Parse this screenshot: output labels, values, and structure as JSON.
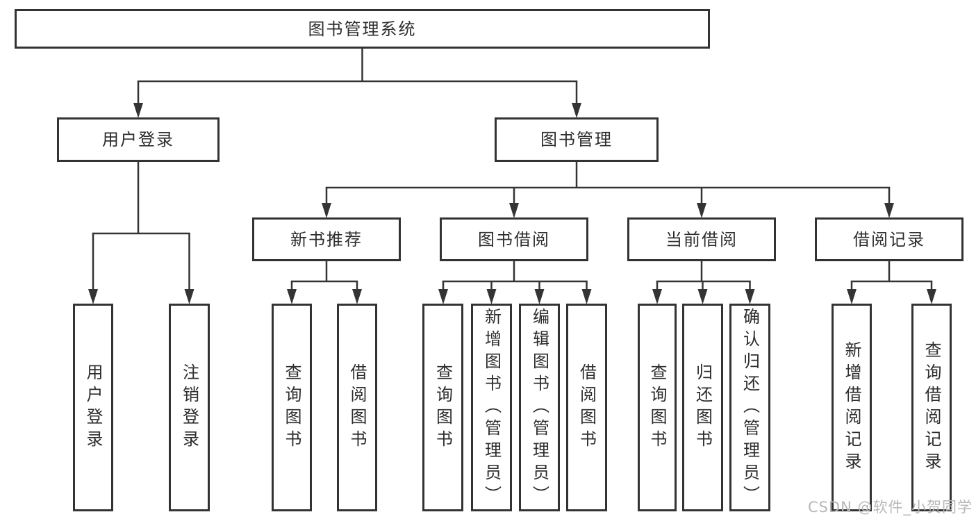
{
  "diagram_type": "hierarchy",
  "watermark": "CSDN @软件_小贺同学",
  "colors": {
    "line": "#343434",
    "box_border": "#333333",
    "text": "#2d2d2d",
    "watermark": "#b7b7b7",
    "background": "#ffffff"
  },
  "tree": {
    "label": "图书管理系统",
    "children": [
      {
        "label": "用户登录",
        "children": [
          {
            "label": "用户登录"
          },
          {
            "label": "注销登录"
          }
        ]
      },
      {
        "label": "图书管理",
        "children": [
          {
            "label": "新书推荐",
            "children": [
              {
                "label": "查询图书"
              },
              {
                "label": "借阅图书"
              }
            ]
          },
          {
            "label": "图书借阅",
            "children": [
              {
                "label": "查询图书"
              },
              {
                "label": "新增图书（管理员）"
              },
              {
                "label": "编辑图书（管理员）"
              },
              {
                "label": "借阅图书"
              }
            ]
          },
          {
            "label": "当前借阅",
            "children": [
              {
                "label": "查询图书"
              },
              {
                "label": "归还图书"
              },
              {
                "label": "确认归还（管理员）"
              }
            ]
          },
          {
            "label": "借阅记录",
            "children": [
              {
                "label": "新增借阅记录"
              },
              {
                "label": "查询借阅记录"
              }
            ]
          }
        ]
      }
    ]
  }
}
